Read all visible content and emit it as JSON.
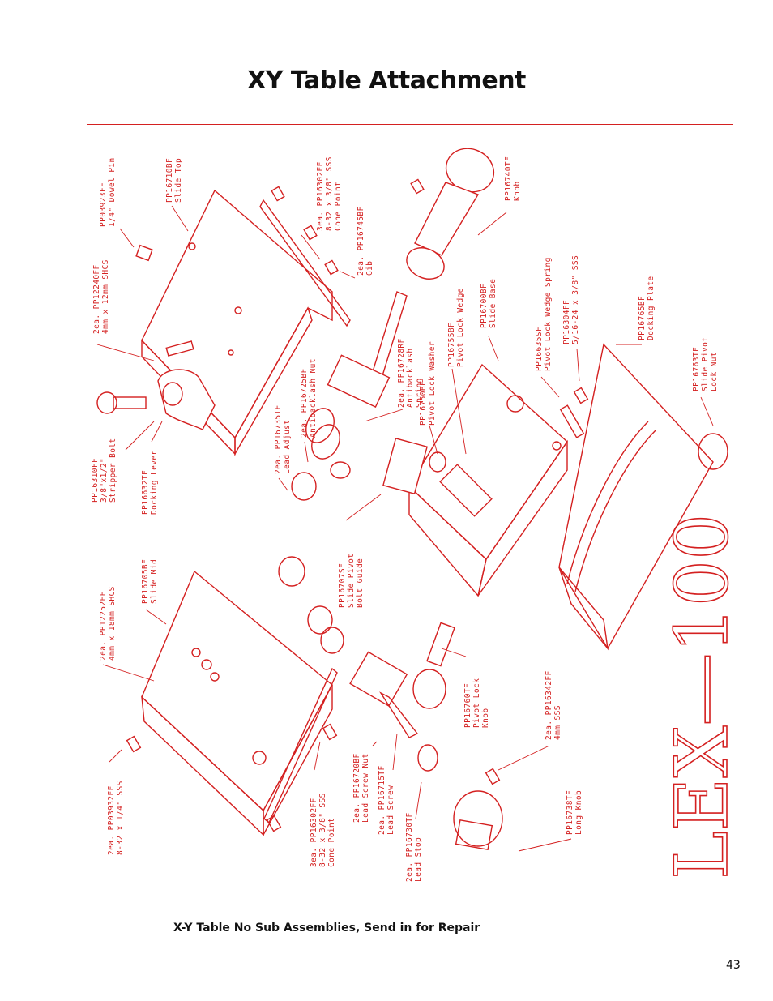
{
  "page": {
    "title": "XY Table Attachment",
    "footer_note": "X-Y Table No Sub Assemblies, Send in for Repair",
    "page_number": "43"
  },
  "brand": {
    "logo_text": "LEX—100"
  },
  "colors": {
    "accent": "#d42020",
    "text": "#111111"
  },
  "parts": [
    {
      "id": "p1",
      "lines": [
        "PP03923FF",
        "1/4\" Dowel Pin"
      ]
    },
    {
      "id": "p2",
      "lines": [
        "PP16710BF",
        "Slide Top"
      ]
    },
    {
      "id": "p3",
      "lines": [
        "3ea. PP16302FF",
        "8-32 x 3/8\" SSS",
        "Cone Point"
      ]
    },
    {
      "id": "p4",
      "lines": [
        "PP16740TF",
        "Knob"
      ]
    },
    {
      "id": "p5",
      "lines": [
        "2ea. PP16745BF",
        "Gib"
      ]
    },
    {
      "id": "p6",
      "lines": [
        "2ea. PP12240FF",
        "4mm x 12mm SHCS"
      ]
    },
    {
      "id": "p7",
      "lines": [
        "2ea. PP16728RF",
        "Antibacklash",
        "Spring"
      ]
    },
    {
      "id": "p8",
      "lines": [
        "PP16750BF",
        "Pivot Lock Washer"
      ]
    },
    {
      "id": "p9",
      "lines": [
        "PP16755BF",
        "Pivot Lock Wedge"
      ]
    },
    {
      "id": "p10",
      "lines": [
        "PP16700BF",
        "Slide Base"
      ]
    },
    {
      "id": "p11",
      "lines": [
        "PP16635SF",
        "Pivot Lock Wedge Spring"
      ]
    },
    {
      "id": "p12",
      "lines": [
        "PP16304FF",
        "5/16-24 x 3/8\" SSS"
      ]
    },
    {
      "id": "p13",
      "lines": [
        "PP16765BF",
        "Docking Plate"
      ]
    },
    {
      "id": "p14",
      "lines": [
        "PP16763TF",
        "Slide Pivot",
        "Lock Nut"
      ]
    },
    {
      "id": "p15",
      "lines": [
        "2ea. PP16725BF",
        "Antibacklash Nut"
      ]
    },
    {
      "id": "p16",
      "lines": [
        "2ea. PP16735TF",
        "Lead Adjust"
      ]
    },
    {
      "id": "p17",
      "lines": [
        "PP16310FF",
        "3/8\"x1/2\"",
        "Stripper Bolt"
      ]
    },
    {
      "id": "p18",
      "lines": [
        "PP16632TF",
        "Docking Lever"
      ]
    },
    {
      "id": "p19",
      "lines": [
        "PP16707SF",
        "Slide Pivot",
        "Bolt Guide"
      ]
    },
    {
      "id": "p20",
      "lines": [
        "PP16705BF",
        "Slide Mid"
      ]
    },
    {
      "id": "p21",
      "lines": [
        "2ea. PP12252FF",
        "4mm x 18mm SHCS"
      ]
    },
    {
      "id": "p22",
      "lines": [
        "PP16760TF",
        "Pivot Lock",
        "Knob"
      ]
    },
    {
      "id": "p23",
      "lines": [
        "2ea. PP16342FF",
        "4mm SSS"
      ]
    },
    {
      "id": "p24",
      "lines": [
        "2ea. PP16720BF",
        "Lead Screw Nut"
      ]
    },
    {
      "id": "p25",
      "lines": [
        "2ea. PP16715TF",
        "Lead Screw"
      ]
    },
    {
      "id": "p26",
      "lines": [
        "PP16738TF",
        "Long Knob"
      ]
    },
    {
      "id": "p27",
      "lines": [
        "2ea. PP16730TF",
        "Lead Stop"
      ]
    },
    {
      "id": "p28",
      "lines": [
        "3ea. PP16302FF",
        "8-32 x 3/8\" SSS",
        "Cone Point"
      ]
    },
    {
      "id": "p29",
      "lines": [
        "2ea. PP03932FF",
        "8-32 x 1/4\" SSS"
      ]
    }
  ]
}
